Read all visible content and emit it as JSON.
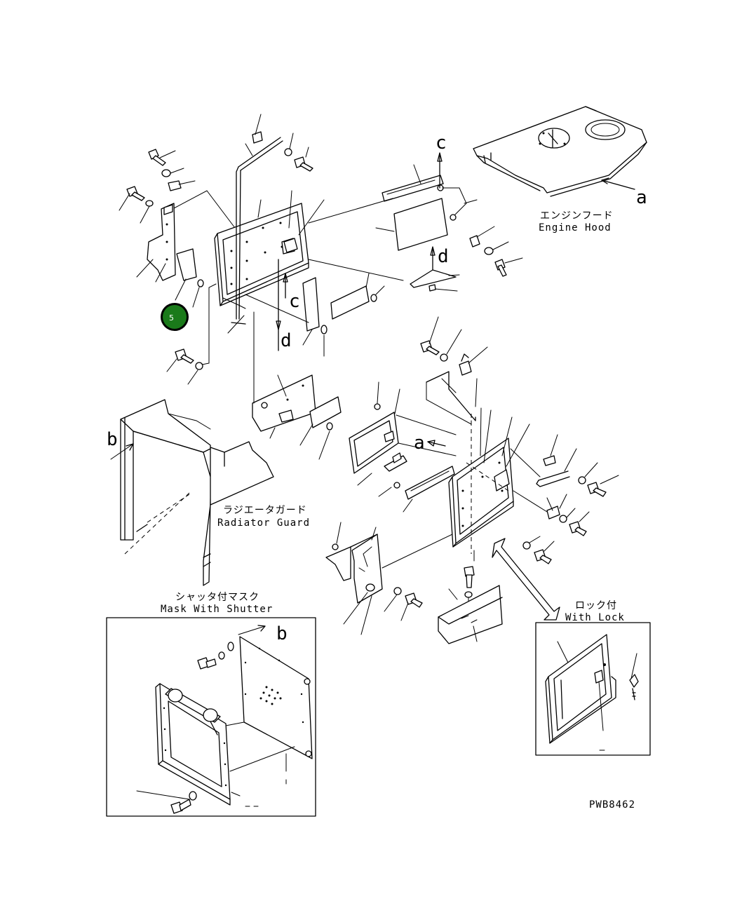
{
  "labels": {
    "engine_hood_jp": "エンジンフード",
    "engine_hood_en": "Engine Hood",
    "radiator_guard_jp": "ラジエータガード",
    "radiator_guard_en": "Radiator Guard",
    "mask_shutter_jp": "シャッタ付マスク",
    "mask_shutter_en": "Mask With Shutter",
    "with_lock_jp": "ロック付",
    "with_lock_en": "With Lock",
    "drawing_no": "PWB8462"
  },
  "letters": {
    "a1": "a",
    "a2": "a",
    "b1": "b",
    "b2": "b",
    "c1": "c",
    "c2": "c",
    "d1": "d",
    "d2": "d"
  },
  "marker": {
    "number": "5",
    "color": "#1a7a1a"
  }
}
